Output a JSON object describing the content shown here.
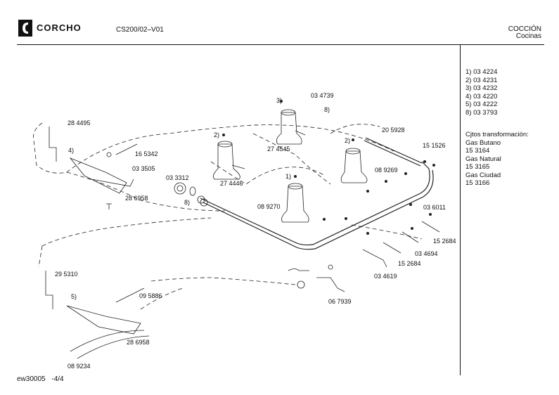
{
  "header": {
    "brand": "CORCHO",
    "model": "CS200/02–V01",
    "category": "COCCIÓN",
    "subcategory": "Cocinas"
  },
  "legend": {
    "items": [
      "1) 03 4224",
      "2) 03 4231",
      "3) 03 4232",
      "4) 03 4220",
      "5) 03 4222",
      "8) 03 3793"
    ],
    "conversion_title": "Cjtos transformación:",
    "conversions": [
      {
        "gas": "Gas Butano",
        "code": "15 3164"
      },
      {
        "gas": "Gas Natural",
        "code": "15 3165"
      },
      {
        "gas": "Gas Ciudad",
        "code": "15 3166"
      }
    ]
  },
  "parts": {
    "p284495": "28 4495",
    "p4a": "4)",
    "p165342": "16 5342",
    "p033505": "03 3505",
    "p286958a": "28 6958",
    "p033312": "03 3312",
    "p8a": "8)",
    "p2a": "2)",
    "p274446": "27 4446",
    "p3": "3)",
    "p034739": "03 4739",
    "p8b": "8)",
    "p274545": "27 4545",
    "p1": "1)",
    "p089270": "08 9270",
    "p205928": "20 5928",
    "p2b": "2)",
    "p151526": "15 1526",
    "p089269": "08 9269",
    "p036011": "03 6011",
    "p152684a": "15 2684",
    "p034694": "03 4694",
    "p152684b": "15 2684",
    "p034619": "03 4619",
    "p067939": "06 7939",
    "p295310": "29 5310",
    "p5": "5)",
    "p095886": "09 5886",
    "p286958b": "28 6958",
    "p089234": "08 9234"
  },
  "footer": {
    "code": "ew30005",
    "page": "-4/4"
  }
}
